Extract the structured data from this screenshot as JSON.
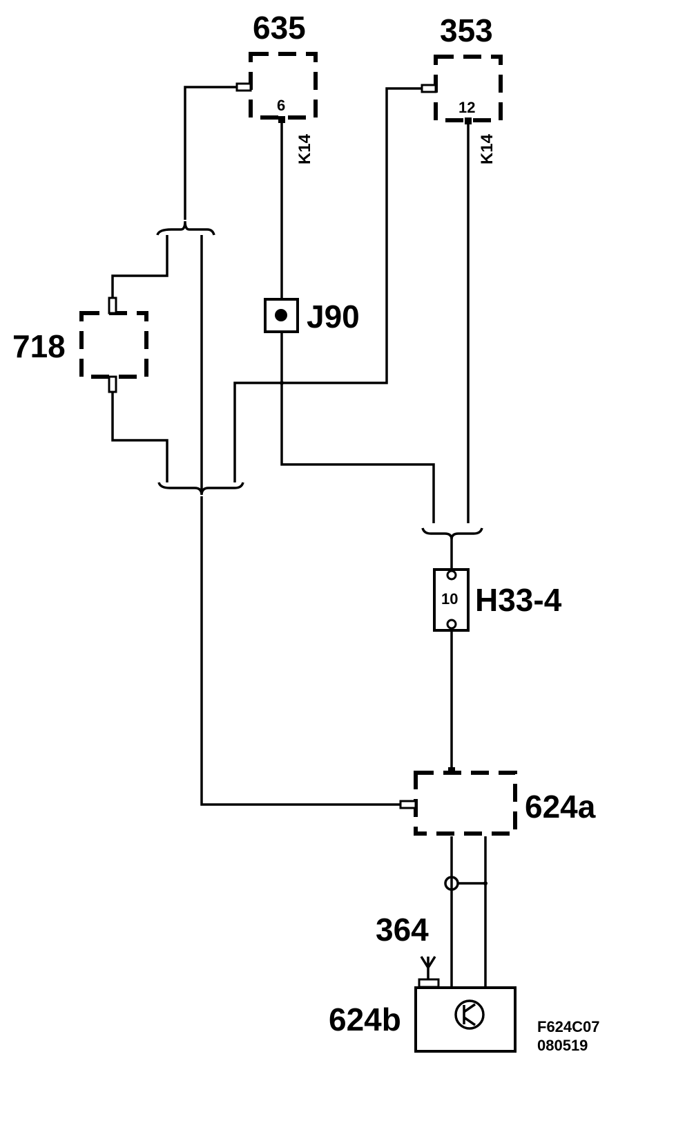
{
  "components": {
    "c635": {
      "label": "635",
      "pin": "6",
      "wire": "K14"
    },
    "c353": {
      "label": "353",
      "pin": "12",
      "wire": "K14"
    },
    "c718": {
      "label": "718"
    },
    "j90": {
      "label": "J90"
    },
    "h33": {
      "label": "H33-4",
      "pin": "10"
    },
    "c624a": {
      "label": "624a"
    },
    "c364": {
      "label": "364"
    },
    "c624b": {
      "label": "624b"
    }
  },
  "figure_code": {
    "line1": "F624C07",
    "line2": "080519"
  }
}
